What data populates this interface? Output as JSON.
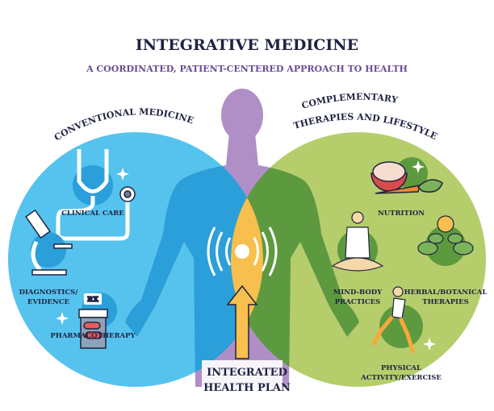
{
  "title": "INTEGRATIVE MEDICINE",
  "subtitle": "A COORDINATED, PATIENT-CENTERED APPROACH TO HEALTH",
  "left": {
    "heading": "CONVENTIONAL MEDICINE",
    "items": {
      "clinical": "CLINICAL CARE",
      "diag1": "DIAGNOSTICS/",
      "diag2": "EVIDENCE",
      "pharma": "PHARMACOTHERAPY",
      "rx": "RX"
    }
  },
  "right": {
    "heading1": "COMPLEMENTARY",
    "heading2": "THERAPIES AND LIFESTYLE",
    "items": {
      "nutrition": "NUTRITION",
      "mind1": "MIND-BODY",
      "mind2": "PRACTICES",
      "herb1": "HERBAL/BOTANICAL",
      "herb2": "THERAPIES",
      "phys1": "PHYSICAL",
      "phys2": "ACTIVITY/EXERCISE"
    }
  },
  "center": {
    "line1": "INTEGRATED",
    "line2": "HEALTH PLAN"
  },
  "colors": {
    "blue": "#55c3ee",
    "blue_dark": "#2b9fd9",
    "green": "#b6cd6c",
    "green_dark": "#5d9a3f",
    "purple": "#b08fc7",
    "yellow": "#f7bf4d",
    "title": "#1f2340",
    "subtitle": "#6a4c93"
  }
}
